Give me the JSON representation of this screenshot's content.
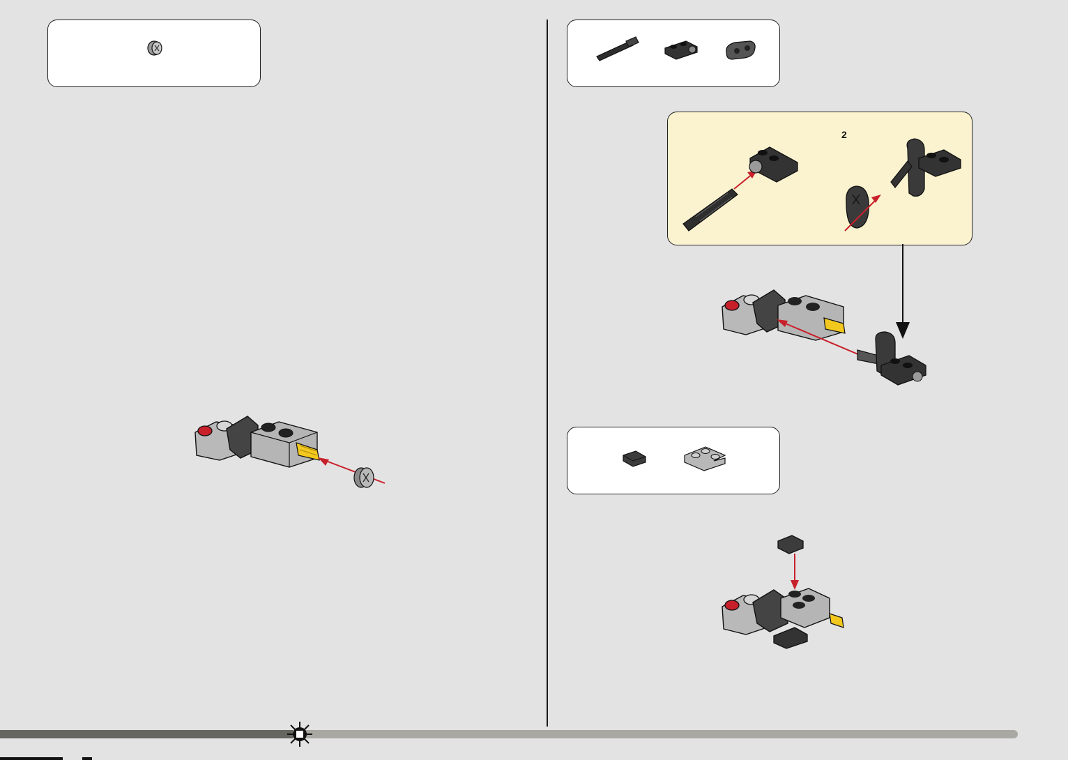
{
  "page": {
    "left_step": {
      "parts_list": [
        {
          "part": "bush"
        }
      ]
    },
    "right_steps": [
      {
        "parts_list": [
          {
            "part": "axle-pin"
          },
          {
            "part": "plate-1x2-with-hole"
          },
          {
            "part": "beam-2-with-axle-hole"
          }
        ],
        "sub_assembly_label": "2"
      },
      {
        "parts_list": [
          {
            "part": "tile-1x1"
          },
          {
            "part": "plate-2x2-corner"
          }
        ]
      }
    ],
    "colors": {
      "background": "#e3e3e3",
      "callout_background": "#fbf3d0",
      "arrow_red": "#c8202a",
      "axle_yellow": "#f3c81e",
      "dark_gray": "#3a3a3a",
      "light_gray": "#b9b9b9",
      "progress_dark": "#666660",
      "progress_light": "#aaa8a2"
    },
    "progress": {
      "fraction": 0.29,
      "marker_icon": "gear-icon"
    }
  }
}
